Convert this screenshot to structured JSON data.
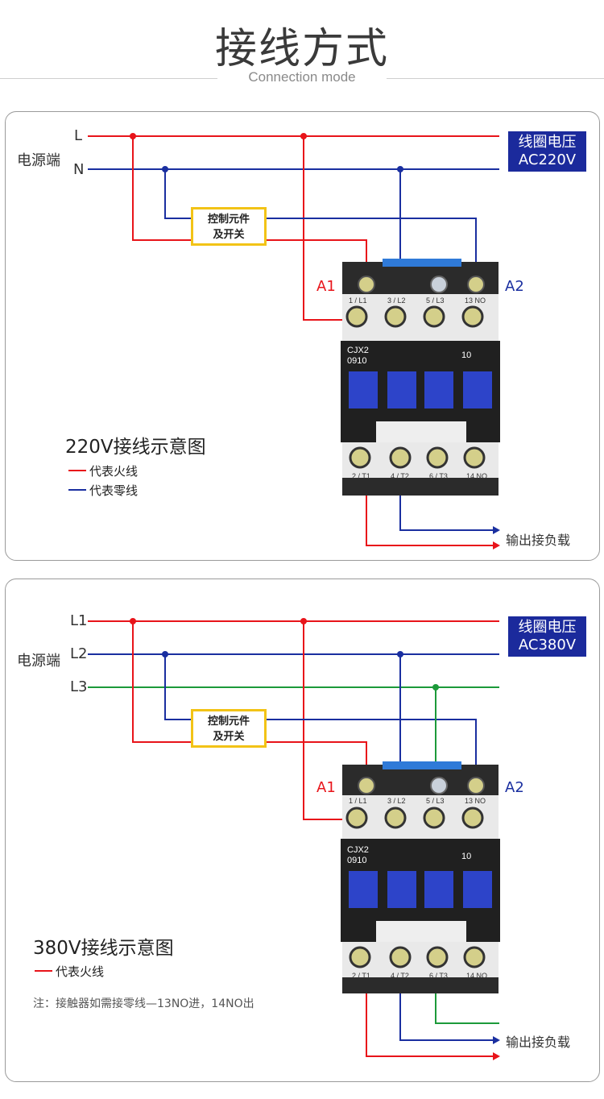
{
  "header": {
    "title": "接线方式",
    "subtitle": "Connection mode"
  },
  "colors": {
    "live": "#e8141a",
    "neutral": "#1a2fa0",
    "phase3": "#1c9a3a",
    "coil_box": "#1b2a9c",
    "control_border": "#f2c316"
  },
  "diagram_220": {
    "power_label": "电源端",
    "lines": [
      "L",
      "N"
    ],
    "coil_voltage": [
      "线圈电压",
      "AC220V"
    ],
    "control": [
      "控制元件",
      "及开关"
    ],
    "a1": "A1",
    "a2": "A2",
    "top_terminals": [
      "1 / L1",
      "3 / L2",
      "5 / L3",
      "13 NO"
    ],
    "bottom_terminals": [
      "2 / T1",
      "4 / T2",
      "6 / T3",
      "14 NO"
    ],
    "model": [
      "CJX2",
      "0910"
    ],
    "rating": "10",
    "output": "输出接负载",
    "title": "220V接线示意图",
    "legend": [
      "代表火线",
      "代表零线"
    ]
  },
  "diagram_380": {
    "power_label": "电源端",
    "lines": [
      "L1",
      "L2",
      "L3"
    ],
    "coil_voltage": [
      "线圈电压",
      "AC380V"
    ],
    "control": [
      "控制元件",
      "及开关"
    ],
    "a1": "A1",
    "a2": "A2",
    "top_terminals": [
      "1 / L1",
      "3 / L2",
      "5 / L3",
      "13 NO"
    ],
    "bottom_terminals": [
      "2 / T1",
      "4 / T2",
      "6 / T3",
      "14 NO"
    ],
    "model": [
      "CJX2",
      "0910"
    ],
    "rating": "10",
    "output": "输出接负载",
    "title": "380V接线示意图",
    "legend": [
      "代表火线"
    ],
    "note": "注：接触器如需接零线—13NO进，14NO出"
  }
}
